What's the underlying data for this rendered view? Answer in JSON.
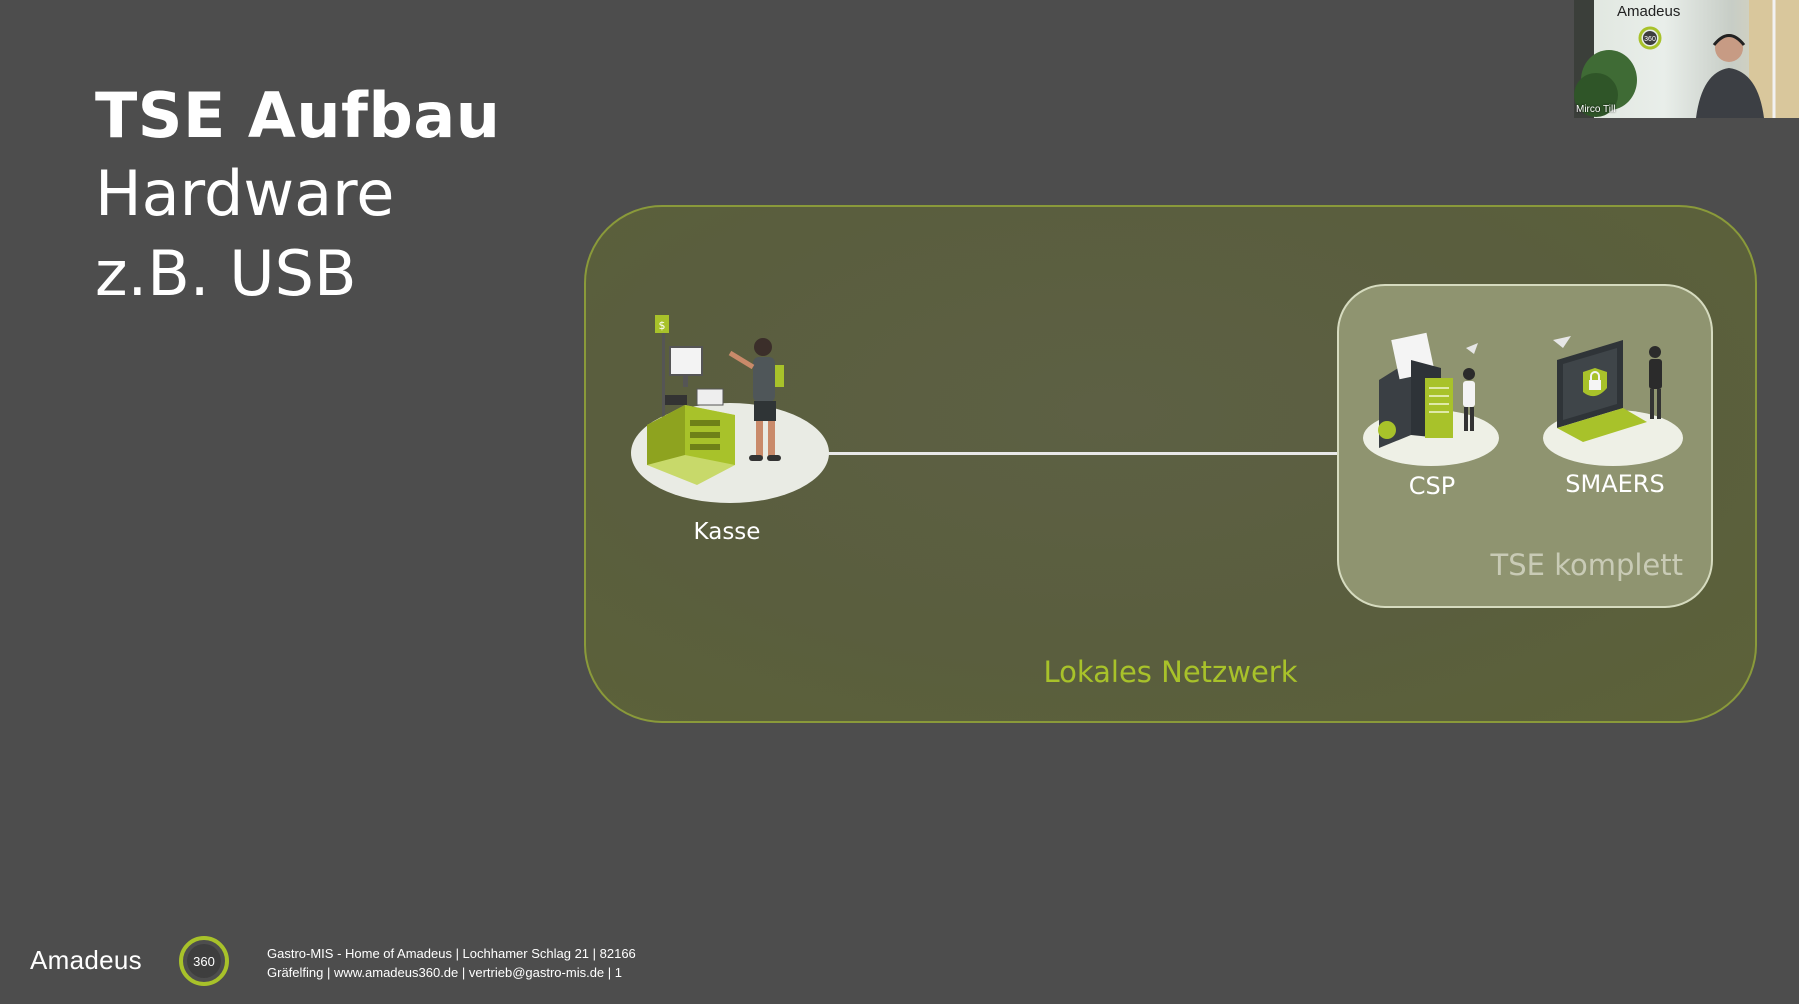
{
  "slide": {
    "title": "TSE Aufbau",
    "subtitle_line1": "Hardware",
    "subtitle_line2": "z.B. USB"
  },
  "diagram": {
    "network_label": "Lokales Netzwerk",
    "kasse_label": "Kasse",
    "tse_label": "TSE komplett",
    "csp_label": "CSP",
    "smaers_label": "SMAERS"
  },
  "footer": {
    "brand": "Amadeus",
    "brand_badge": "360",
    "address_line1": "Gastro-MIS - Home of Amadeus | Lochhamer Schlag 21 | 82166",
    "address_line2": "Gräfelfing | www.amadeus360.de |  vertrieb@gastro-mis.de |  1"
  },
  "webcam": {
    "brand": "Amadeus",
    "badge": "360",
    "participant_name": "Mirco Till"
  },
  "colors": {
    "background": "#4d4d4d",
    "accent_green": "#a8c22a",
    "network_border": "#8a9a3a",
    "tse_fill": "#8f9470"
  }
}
